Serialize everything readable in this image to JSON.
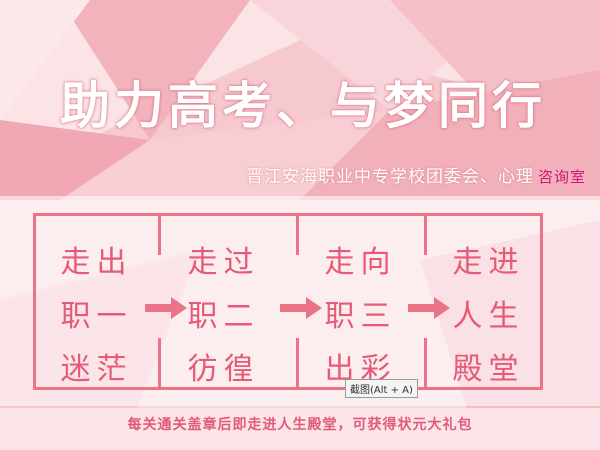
{
  "poster": {
    "title": "助力高考、与梦同行",
    "subtitle": "晋江安海职业中专学校团委会、心理",
    "subtitle_tag": "咨询室"
  },
  "stages": [
    {
      "line1": "走出",
      "line2": "职一",
      "line3": "迷茫"
    },
    {
      "line1": "走过",
      "line2": "职二",
      "line3": "彷徨"
    },
    {
      "line1": "走向",
      "line2": "职三",
      "line3": "出彩"
    },
    {
      "line1": "走进",
      "line2": "人生",
      "line3": "殿堂"
    }
  ],
  "tooltip": "截图(Alt + A)",
  "footer": "每关通关盖章后即走进人生殿堂，可获得状元大礼包",
  "colors": {
    "background": "#f6c9cf",
    "accent": "#ea7388",
    "text": "#e65a78",
    "tag": "#d0167a"
  },
  "icons": [
    "arrow-right-icon",
    "arrow-right-icon",
    "arrow-right-icon"
  ]
}
